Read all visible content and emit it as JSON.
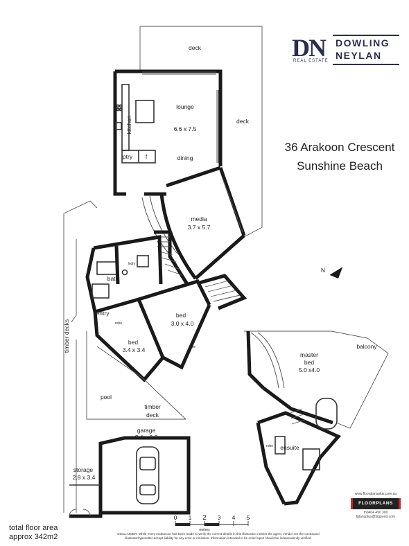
{
  "brand": {
    "logo_initials": "DN",
    "logo_subtitle": "REAL ESTATE",
    "name_line1": "DOWLING",
    "name_line2": "NEYLAN",
    "color": "#2a2e4a"
  },
  "address": {
    "line1": "36 Arakoon Crescent",
    "line2": "Sunshine Beach"
  },
  "rooms": {
    "deck_top": "deck",
    "deck_right": "deck",
    "kitchen": "kitchen",
    "lounge": "lounge",
    "lounge_dims": "6.6 x 7.5",
    "dining": "dining",
    "pantry": "ptry",
    "fridge": "f",
    "media": "media",
    "media_dims": "3.7 x 5.7",
    "laundry": "lndry",
    "bath": "bath",
    "entry": "entry",
    "robe_1": "robe",
    "bed_a": "bed",
    "bed_a_dims": "3.4 x 3.4",
    "bed_b": "bed",
    "bed_b_dims": "3.0 x 4.0",
    "robe_2": "robe",
    "timber_decks": "timber decks",
    "pool": "pool",
    "timber_deck_1": "timber",
    "timber_deck_2": "deck",
    "garage": "garage",
    "garage_dims": "3.4 x 6.8",
    "storage": "storage",
    "storage_dims": "2.8 x 3.4",
    "master_1": "master",
    "master_2": "bed",
    "master_dims": "5.0 x4.0",
    "balcony": "balcony",
    "ensuite": "ensuite",
    "robe_3": "robe"
  },
  "compass_label": "N",
  "scale": {
    "ticks": [
      "0",
      "1",
      "2",
      "3",
      "4",
      "5"
    ],
    "unit": "metres"
  },
  "total_area": {
    "line1": "total floor area",
    "line2": "approx 342m2"
  },
  "disclaimer": "DISCLAIMER: While every endeavour has been made to verify the correct details in this illustration neither the agent, vendor nor the contracted illustrator/typesetter accept liability for any error or omission. Information intended to be relied upon should be independently verified.",
  "floorplans_plus": {
    "url": "www.floorplansplus.com.au",
    "badge": "FLOORPLANS PLUS",
    "phone": "m0404 490 300",
    "email": "fplansplus@bigpond.com"
  }
}
